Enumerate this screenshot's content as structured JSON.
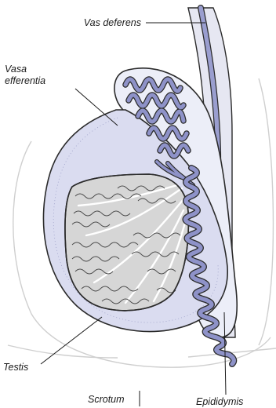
{
  "labels": {
    "vas_deferens": "Vas deferens",
    "vasa_efferentia_line1": "Vasa",
    "vasa_efferentia_line2": "efferentia",
    "testis": "Testis",
    "scrotum": "Scrotum",
    "epididymis": "Epididymis"
  },
  "colors": {
    "tube_fill": "#8e92c8",
    "tube_light": "#b9bce0",
    "tunica_fill": "#dadcf0",
    "epididymis_bg": "#eceef8",
    "testis_tissue": "#d6d6d6",
    "outline": "#2b2b2b"
  }
}
